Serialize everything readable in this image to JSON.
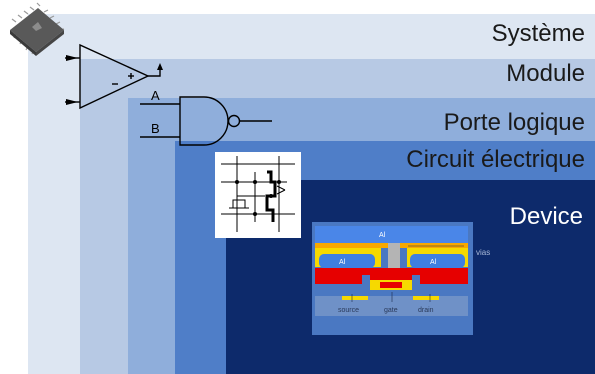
{
  "levels": [
    {
      "label": "Système"
    },
    {
      "label": "Module"
    },
    {
      "label": "Porte logique"
    },
    {
      "label": "Circuit électrique"
    },
    {
      "label": "Device"
    }
  ],
  "gate": {
    "input_a": "A",
    "input_b": "B"
  },
  "transistor": {
    "metal_top": "Al",
    "metal_left": "Al",
    "metal_right": "Al",
    "via": "vias",
    "source": "source",
    "gate": "gate",
    "drain": "drain"
  },
  "colors": {
    "systeme": "#dde6f2",
    "module": "#b7c9e4",
    "porte": "#8faedb",
    "circuit": "#4f7ec8",
    "device": "#0d2a6b"
  }
}
